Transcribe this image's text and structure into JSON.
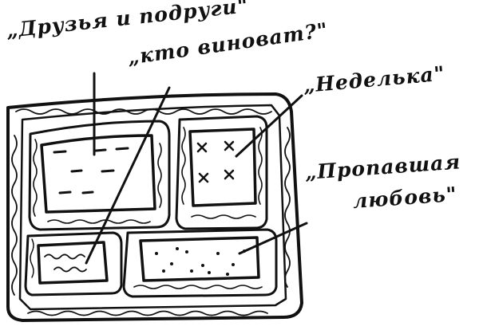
{
  "labels": {
    "friends": "„Друзья и подруги\"",
    "who_is_guilty": "„кто виноват?\"",
    "week": "„Неделька\"",
    "lost_love_line1": "„Пропавшая",
    "lost_love_line2": "любовь\""
  },
  "colors": {
    "ink": "#111111",
    "background": "#ffffff"
  }
}
